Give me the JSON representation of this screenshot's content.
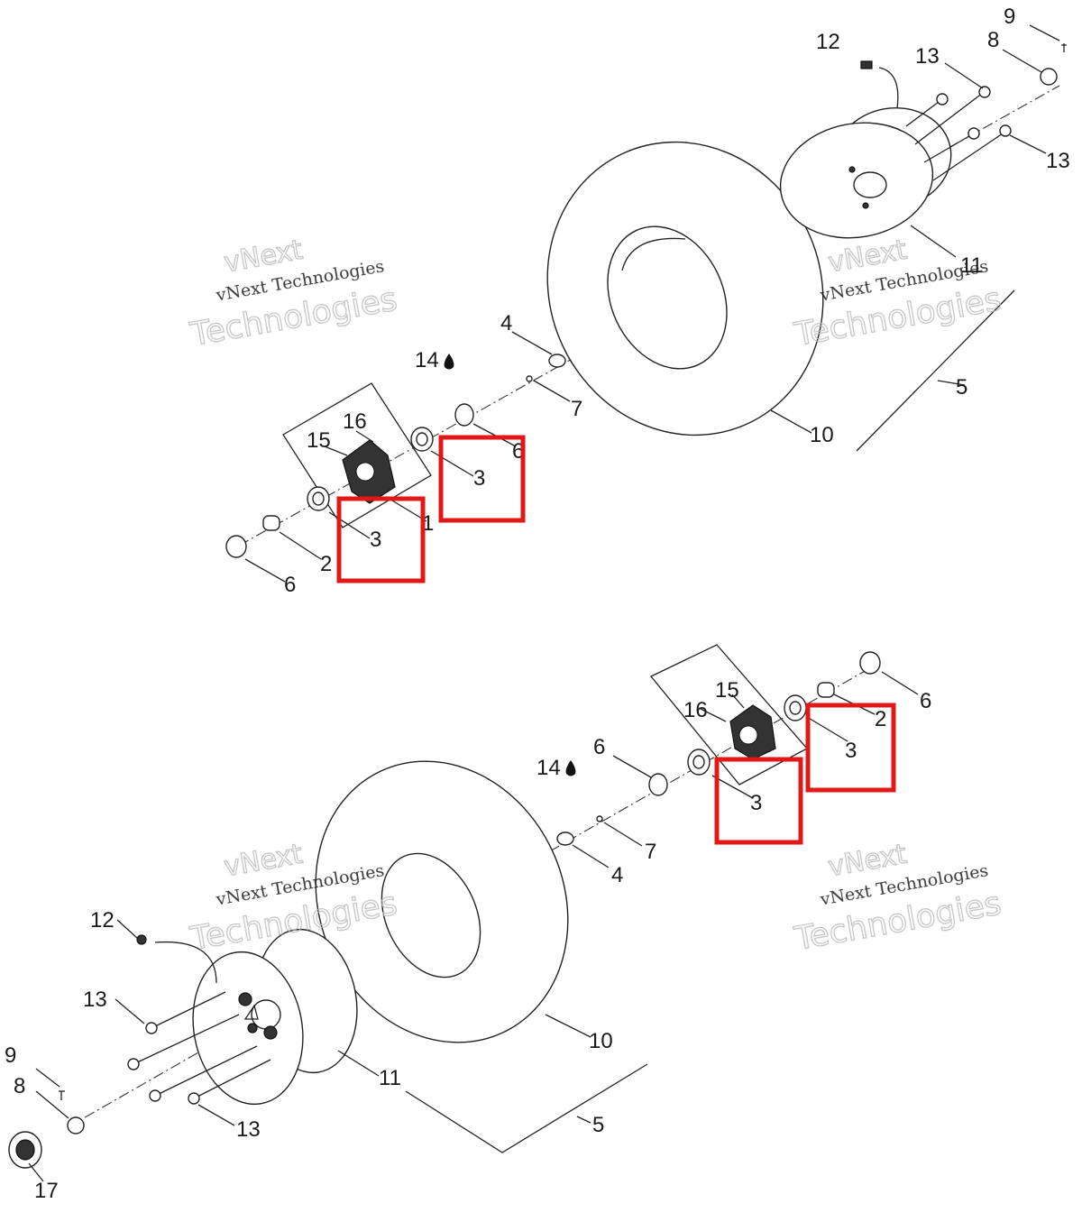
{
  "watermark": {
    "line1": "vNext Technologies",
    "line2": "vNext",
    "line3": "Technologies"
  },
  "highlight_color": "#e01818",
  "top_assembly": {
    "labels": {
      "p1": "1",
      "p2": "2",
      "p3a": "3",
      "p3b": "3",
      "p4": "4",
      "p5": "5",
      "p6a": "6",
      "p6b": "6",
      "p7": "7",
      "p8": "8",
      "p9": "9",
      "p10": "10",
      "p11": "11",
      "p12": "12",
      "p13a": "13",
      "p13b": "13",
      "p14": "14",
      "p15": "15",
      "p16": "16"
    }
  },
  "bottom_assembly": {
    "labels": {
      "p2": "2",
      "p3a": "3",
      "p3b": "3",
      "p4": "4",
      "p5": "5",
      "p6a": "6",
      "p6b": "6",
      "p7": "7",
      "p8": "8",
      "p9": "9",
      "p10": "10",
      "p11": "11",
      "p12": "12",
      "p13a": "13",
      "p13b": "13",
      "p14": "14",
      "p15": "15",
      "p16": "16",
      "p17": "17"
    }
  }
}
